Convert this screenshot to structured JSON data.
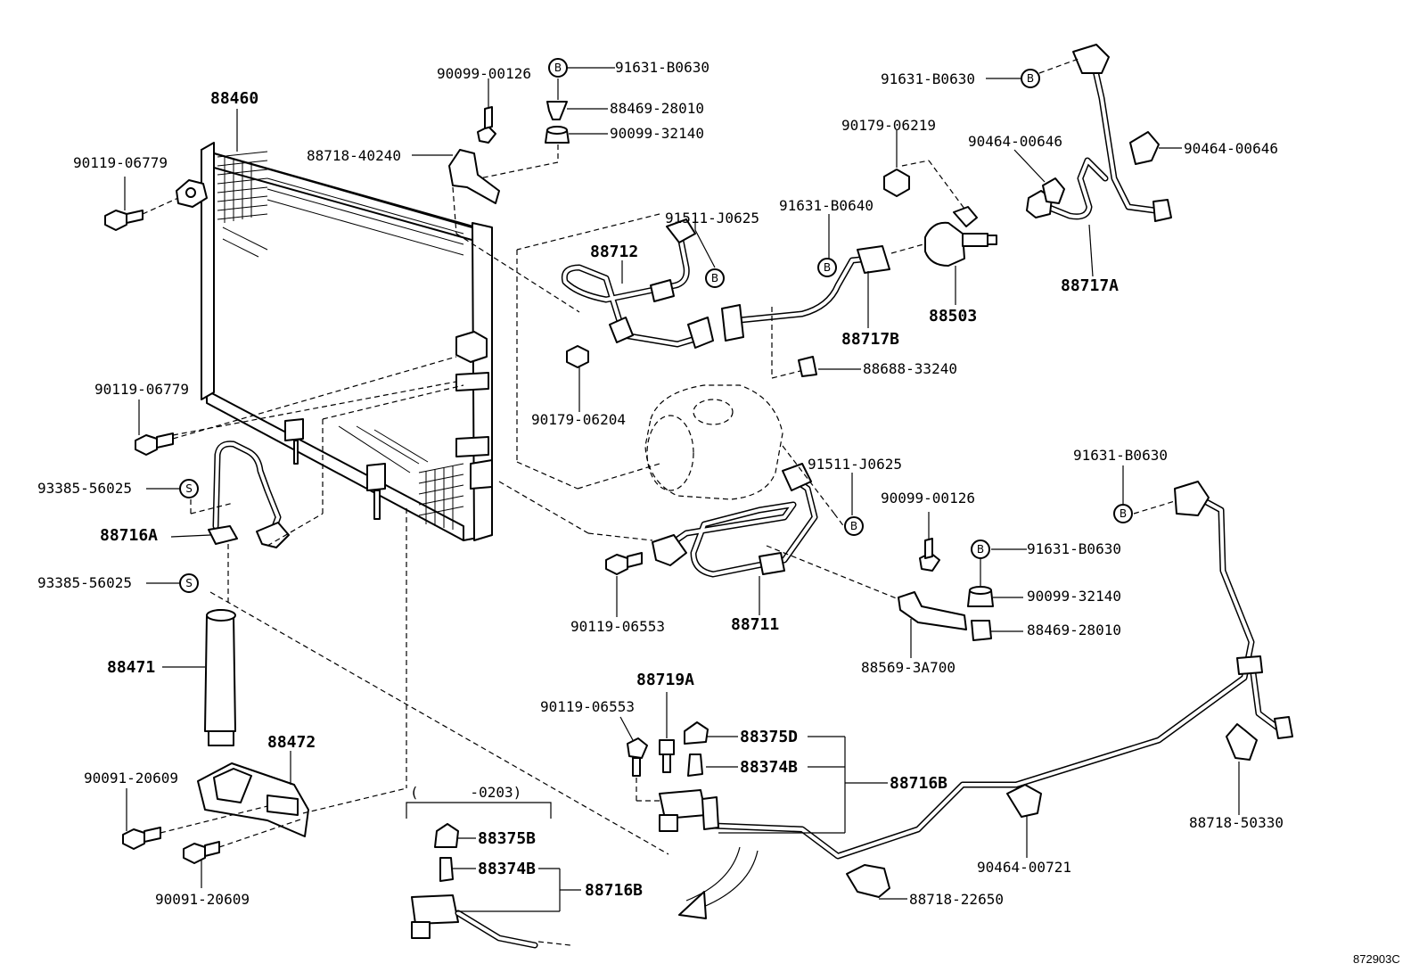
{
  "diagram_id": "872903C",
  "markers": {
    "B": "B",
    "S": "S"
  },
  "labels": {
    "p88460": "88460",
    "p90119_06779_a": "90119-06779",
    "p90119_06779_b": "90119-06779",
    "p93385_56025_a": "93385-56025",
    "p93385_56025_b": "93385-56025",
    "p88716A": "88716A",
    "p88471": "88471",
    "p88472": "88472",
    "p90091_20609_a": "90091-20609",
    "p90091_20609_b": "90091-20609",
    "p90099_00126_a": "90099-00126",
    "p91631_B0630_a": "91631-B0630",
    "p88469_28010_a": "88469-28010",
    "p90099_32140_a": "90099-32140",
    "p88718_40240": "88718-40240",
    "p91511_J0625_a": "91511-J0625",
    "p88712": "88712",
    "p91631_B0640": "91631-B0640",
    "p90179_06219": "90179-06219",
    "p88717B": "88717B",
    "p88503": "88503",
    "p88688_33240": "88688-33240",
    "p90179_06204": "90179-06204",
    "p91631_B0630_b": "91631-B0630",
    "p90464_00646_a": "90464-00646",
    "p90464_00646_b": "90464-00646",
    "p88717A": "88717A",
    "p91511_J0625_b": "91511-J0625",
    "p90099_00126_b": "90099-00126",
    "p91631_B0630_c": "91631-B0630",
    "p91631_B0630_d": "91631-B0630",
    "p90099_32140_b": "90099-32140",
    "p88469_28010_b": "88469-28010",
    "p88569_3A700": "88569-3A700",
    "p90119_06553_a": "90119-06553",
    "p88711": "88711",
    "p88719A": "88719A",
    "p90119_06553_b": "90119-06553",
    "p88375D": "88375D",
    "p88374B_a": "88374B",
    "p88716B_a": "88716B",
    "p88718_50330": "88718-50330",
    "p90464_00721": "90464-00721",
    "p88718_22650": "88718-22650",
    "p0203": "(      -0203)",
    "p88375B": "88375B",
    "p88374B_b": "88374B",
    "p88716B_b": "88716B"
  }
}
